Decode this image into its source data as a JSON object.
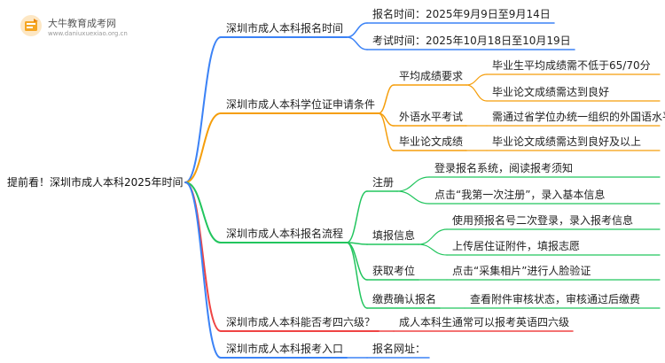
{
  "logo": {
    "brand": "大牛教育成考网",
    "url": "www.daniuxuexiao.org.cn"
  },
  "root": {
    "label": "提前看！深圳市成人本科2025年时间"
  },
  "colors": {
    "blue": "#3b82f6",
    "orange": "#f59e0b",
    "green": "#22c55e",
    "red": "#ef4444"
  },
  "branches": [
    {
      "label": "深圳市成人本科报名时间",
      "children": [
        {
          "label": "报名时间：2025年9月9日至9月14日"
        },
        {
          "label": "考试时间：2025年10月18日至10月19日"
        }
      ]
    },
    {
      "label": "深圳市成人本科学位证申请条件",
      "children": [
        {
          "label": "平均成绩要求",
          "children": [
            {
              "label": "毕业生平均成绩需不低于65/70分"
            },
            {
              "label": "毕业论文成绩需达到良好"
            }
          ]
        },
        {
          "label": "外语水平考试",
          "children": [
            {
              "label": "需通过省学位办统一组织的外国语水平考试"
            }
          ]
        },
        {
          "label": "毕业论文成绩",
          "children": [
            {
              "label": "毕业论文成绩需达到良好及以上"
            }
          ]
        }
      ]
    },
    {
      "label": "深圳市成人本科报名流程",
      "children": [
        {
          "label": "注册",
          "children": [
            {
              "label": "登录报名系统，阅读报考须知"
            },
            {
              "label": "点击“我第一次注册”，录入基本信息"
            }
          ]
        },
        {
          "label": "填报信息",
          "children": [
            {
              "label": "使用预报名号二次登录，录入报考信息"
            },
            {
              "label": "上传居住证附件，填报志愿"
            }
          ]
        },
        {
          "label": "获取考位",
          "children": [
            {
              "label": "点击“采集相片”进行人脸验证"
            }
          ]
        },
        {
          "label": "缴费确认报名",
          "children": [
            {
              "label": "查看附件审核状态，审核通过后缴费"
            }
          ]
        }
      ]
    },
    {
      "label": "深圳市成人本科能否考四六级？",
      "children": [
        {
          "label": "成人本科生通常可以报考英语四六级"
        }
      ]
    },
    {
      "label": "深圳市成人本科报考入口",
      "children": [
        {
          "label": "报名网址："
        }
      ]
    }
  ]
}
